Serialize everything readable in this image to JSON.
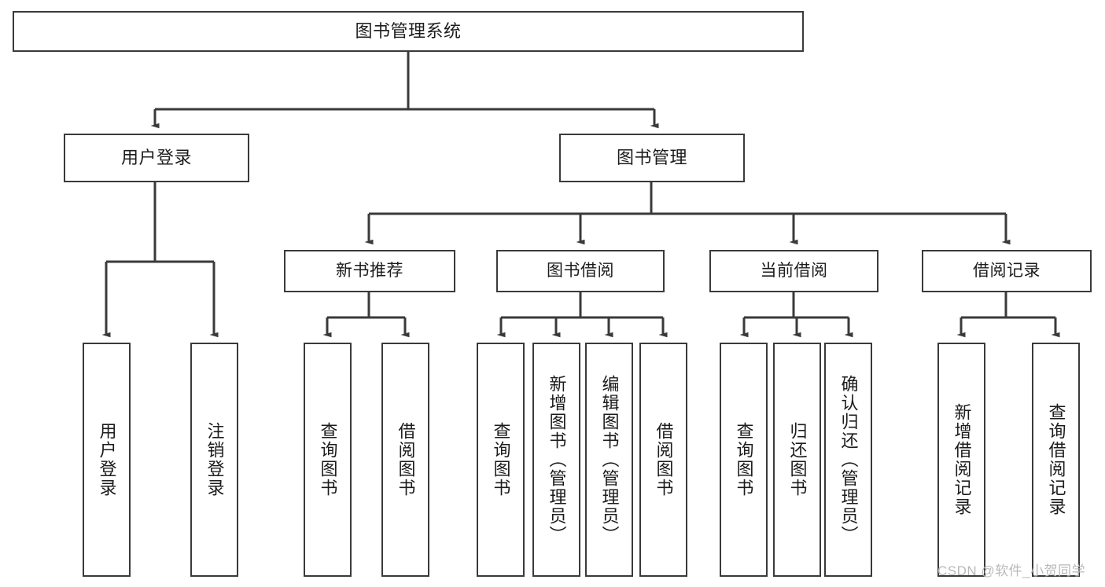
{
  "diagram": {
    "type": "tree",
    "title": "图书管理系统",
    "orientation": "top-down",
    "stroke_color": "#3a3a3a",
    "fill_color": "#ffffff",
    "text_color": "#1c1c1c",
    "nodes": {
      "root": {
        "label": "图书管理系统"
      },
      "level1": [
        {
          "label": "用户登录"
        },
        {
          "label": "图书管理"
        }
      ],
      "level2": [
        {
          "label": "新书推荐"
        },
        {
          "label": "图书借阅"
        },
        {
          "label": "当前借阅"
        },
        {
          "label": "借阅记录"
        }
      ],
      "leaves": {
        "user_login": [
          {
            "label": "用户登录"
          },
          {
            "label": "注销登录"
          }
        ],
        "new_book": [
          {
            "label": "查询图书"
          },
          {
            "label": "借阅图书"
          }
        ],
        "book_borrow": [
          {
            "label": "查询图书"
          },
          {
            "label": "新增图书（管理员）"
          },
          {
            "label": "编辑图书（管理员）"
          },
          {
            "label": "借阅图书"
          }
        ],
        "current_borrow": [
          {
            "label": "查询图书"
          },
          {
            "label": "归还图书"
          },
          {
            "label": "确认归还（管理员）"
          }
        ],
        "borrow_record": [
          {
            "label": "新增借阅记录"
          },
          {
            "label": "查询借阅记录"
          }
        ]
      }
    }
  },
  "watermark": {
    "text": "CSDN @软件_小贺同学"
  }
}
